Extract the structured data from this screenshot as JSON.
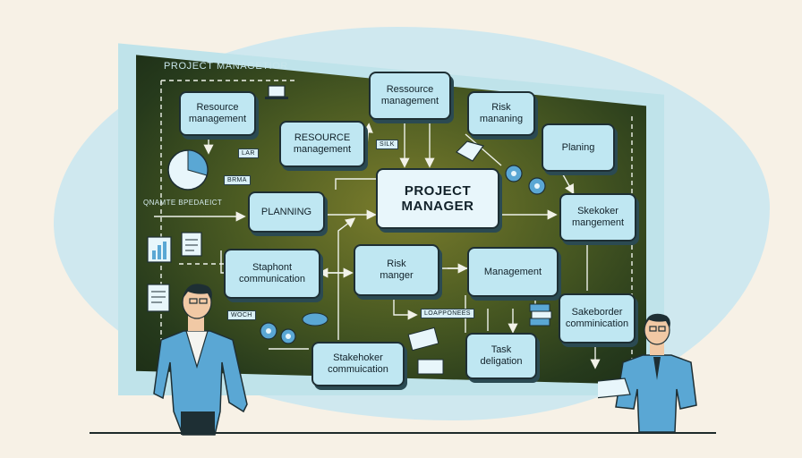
{
  "board": {
    "title": "PROJECT MANAGETIOR"
  },
  "nodes": {
    "resource1": "Resource\nmanagement",
    "resource2": "RESOURCE\nmanagement",
    "resource3": "Ressource\nmanagement",
    "risk1": "Risk\nmananing",
    "planing": "Planing",
    "project_manager": "PROJECT\nMANAGER",
    "planning": "PLANNING",
    "skekoker": "Skekoker\nmangement",
    "staphont": "Staphont\ncommunication",
    "risk2": "Risk\nmanger",
    "management": "Management",
    "sakeborder": "Sakeborder\ncomminication",
    "stakehoker": "Stakehoker\ncommuication",
    "task": "Task\ndeligation"
  },
  "tags": {
    "silk": "SILK",
    "lar": "LAR",
    "brma": "BRMA",
    "woch": "WOCH",
    "loapponees": "LOAPPONEES"
  },
  "labels": {
    "qnamte": "QNAMTE BPEDAEICT"
  },
  "colors": {
    "node_fill": "#bfe7f2",
    "board": "#3e5322",
    "accent_blue": "#5aa7d4"
  }
}
